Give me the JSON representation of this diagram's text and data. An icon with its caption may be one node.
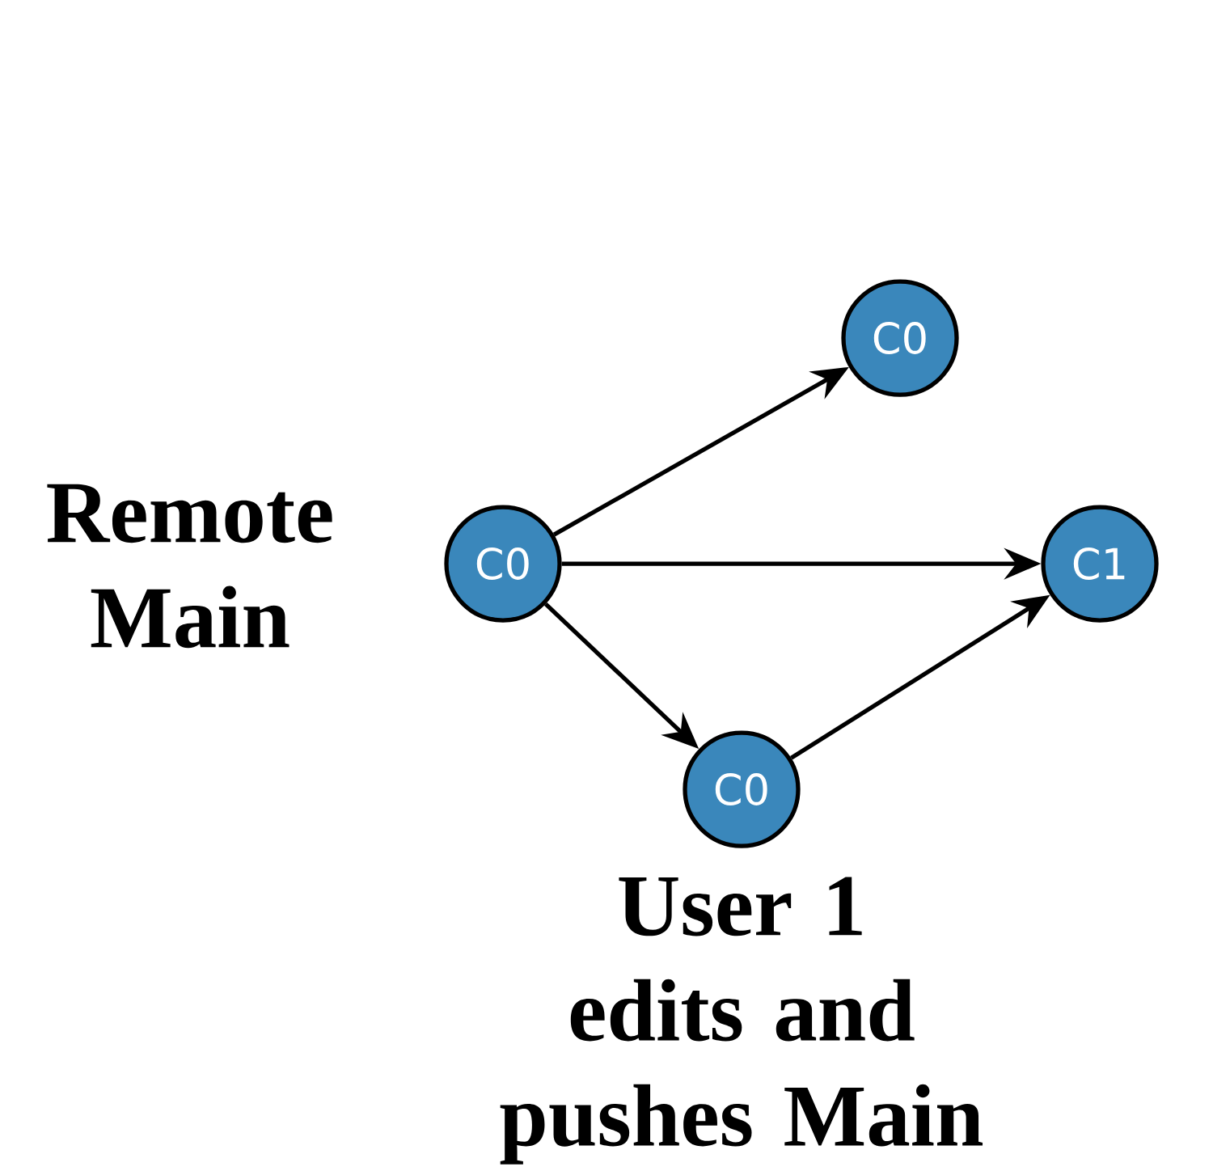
{
  "diagram": {
    "nodes": [
      {
        "text": [
          "C0"
        ]
      },
      {
        "text": [
          "C0"
        ]
      },
      {
        "text": [
          "C1"
        ]
      },
      {
        "text": [
          "C0"
        ]
      }
    ],
    "edges": [
      {
        "from": 0,
        "to": 1,
        "arrow": "to"
      },
      {
        "from": 0,
        "to": 2,
        "arrow": "to"
      },
      {
        "from": 0,
        "to": 3,
        "arrow": "to"
      },
      {
        "from": 3,
        "to": 2,
        "arrow": "to"
      }
    ],
    "labels": [
      "Remote Main",
      "User 1 edits and pushes Main"
    ]
  }
}
